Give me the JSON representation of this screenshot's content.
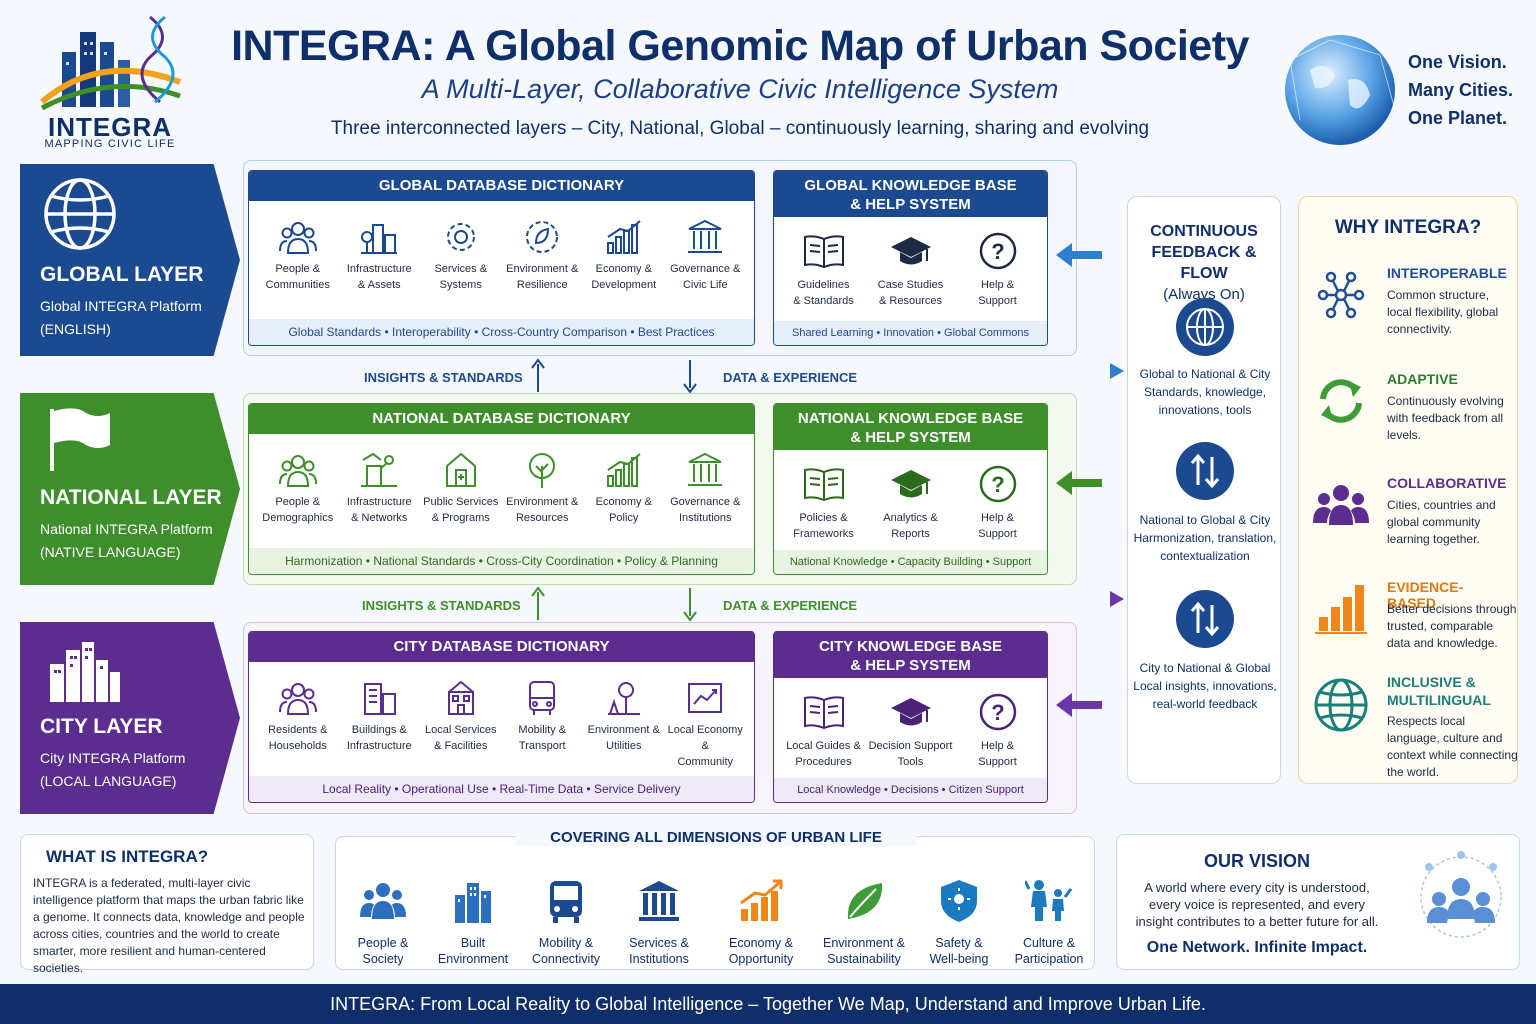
{
  "header": {
    "title": "INTEGRA: A Global Genomic Map of Urban Society",
    "subtitle": "A Multi-Layer, Collaborative Civic Intelligence System",
    "tagline": "Three interconnected layers – City, National, Global – continuously learning, sharing and evolving",
    "logo_text": "INTEGRA",
    "logo_sub": "MAPPING CIVIC LIFE",
    "motto": [
      "One Vision.",
      "Many Cities.",
      "One Planet."
    ]
  },
  "layers": {
    "global": {
      "name": "GLOBAL LAYER",
      "platform": "Global INTEGRA Platform",
      "language": "(ENGLISH)",
      "dict_title": "GLOBAL DATABASE DICTIONARY",
      "dict_items": [
        [
          "People &",
          "Communities"
        ],
        [
          "Infrastructure",
          "& Assets"
        ],
        [
          "Services &",
          "Systems"
        ],
        [
          "Environment &",
          "Resilience"
        ],
        [
          "Economy &",
          "Development"
        ],
        [
          "Governance &",
          "Civic Life"
        ]
      ],
      "dict_footer": "Global Standards • Interoperability • Cross-Country Comparison • Best Practices",
      "kb_title": [
        "GLOBAL KNOWLEDGE BASE",
        "& HELP SYSTEM"
      ],
      "kb_items": [
        [
          "Guidelines",
          "& Standards"
        ],
        [
          "Case Studies",
          "& Resources"
        ],
        [
          "Help &",
          "Support"
        ]
      ],
      "kb_footer": "Shared Learning • Innovation • Global Commons"
    },
    "national": {
      "name": "NATIONAL LAYER",
      "platform": "National INTEGRA Platform",
      "language": "(NATIVE LANGUAGE)",
      "dict_title": "NATIONAL DATABASE DICTIONARY",
      "dict_items": [
        [
          "People &",
          "Demographics"
        ],
        [
          "Infrastructure",
          "& Networks"
        ],
        [
          "Public Services",
          "& Programs"
        ],
        [
          "Environment &",
          "Resources"
        ],
        [
          "Economy &",
          "Policy"
        ],
        [
          "Governance &",
          "Institutions"
        ]
      ],
      "dict_footer": "Harmonization • National Standards • Cross-City Coordination • Policy & Planning",
      "kb_title": [
        "NATIONAL KNOWLEDGE BASE",
        "& HELP SYSTEM"
      ],
      "kb_items": [
        [
          "Policies &",
          "Frameworks"
        ],
        [
          "Analytics &",
          "Reports"
        ],
        [
          "Help &",
          "Support"
        ]
      ],
      "kb_footer": "National Knowledge • Capacity Building • Support"
    },
    "city": {
      "name": "CITY LAYER",
      "platform": "City INTEGRA Platform",
      "language": "(LOCAL LANGUAGE)",
      "dict_title": "CITY DATABASE DICTIONARY",
      "dict_items": [
        [
          "Residents &",
          "Households"
        ],
        [
          "Buildings &",
          "Infrastructure"
        ],
        [
          "Local Services",
          "& Facilities"
        ],
        [
          "Mobility &",
          "Transport"
        ],
        [
          "Environment &",
          "Utilities"
        ],
        [
          "Local Economy &",
          "Community"
        ]
      ],
      "dict_footer": "Local Reality • Operational Use • Real-Time Data • Service Delivery",
      "kb_title": [
        "CITY KNOWLEDGE BASE",
        "& HELP SYSTEM"
      ],
      "kb_items": [
        [
          "Local Guides &",
          "Procedures"
        ],
        [
          "Decision Support",
          "Tools"
        ],
        [
          "Help &",
          "Support"
        ]
      ],
      "kb_footer": "Local Knowledge • Decisions • Citizen Support"
    }
  },
  "flows": {
    "up_label": "INSIGHTS & STANDARDS",
    "down_label": "DATA & EXPERIENCE"
  },
  "feedback": {
    "title": [
      "CONTINUOUS",
      "FEEDBACK & FLOW"
    ],
    "subtitle": "(Always On)",
    "items": [
      [
        "Global to National & City",
        "Standards, knowledge,",
        "innovations, tools"
      ],
      [
        "National to Global & City",
        "Harmonization, translation,",
        "contextualization"
      ],
      [
        "City to National & Global",
        "Local insights, innovations,",
        "real-world feedback"
      ]
    ]
  },
  "why": {
    "title": "WHY INTEGRA?",
    "items": [
      {
        "title": "INTEROPERABLE",
        "desc": "Common structure, local flexibility, global connectivity.",
        "color": "#1f4e9c",
        "icon": "network-icon"
      },
      {
        "title": "ADAPTIVE",
        "desc": "Continuously evolving with feedback from all levels.",
        "color": "#2e7d32",
        "icon": "refresh-icon"
      },
      {
        "title": "COLLABORATIVE",
        "desc": "Cities, countries and global community learning together.",
        "color": "#5b2d8e",
        "icon": "people-icon"
      },
      {
        "title": "EVIDENCE-BASED",
        "desc": "Better decisions through trusted, comparable data and knowledge.",
        "color": "#e07a10",
        "icon": "bar-chart-icon"
      },
      {
        "title": "INCLUSIVE & MULTILINGUAL",
        "desc": "Respects local language, culture and context while connecting the world.",
        "color": "#1a7f7a",
        "icon": "globe-icon"
      }
    ]
  },
  "what": {
    "title": "WHAT IS INTEGRA?",
    "body": "INTEGRA is a federated, multi-layer civic intelligence platform that maps the urban fabric like a genome. It connects data, knowledge and people across cities, countries and the world to create smarter, more resilient and human-centered societies."
  },
  "dimensions": {
    "title": "COVERING ALL DIMENSIONS OF URBAN LIFE",
    "items": [
      [
        "People &",
        "Society"
      ],
      [
        "Built",
        "Environment"
      ],
      [
        "Mobility &",
        "Connectivity"
      ],
      [
        "Services &",
        "Institutions"
      ],
      [
        "Economy &",
        "Opportunity"
      ],
      [
        "Environment &",
        "Sustainability"
      ],
      [
        "Safety &",
        "Well-being"
      ],
      [
        "Culture &",
        "Participation"
      ]
    ]
  },
  "vision": {
    "title": "OUR VISION",
    "body": "A world where every city is understood, every voice is represented, and every insight contributes to a better future for all.",
    "slogan": "One Network. Infinite Impact."
  },
  "footer": "INTEGRA:  From Local Reality to Global Intelligence – Together We Map, Understand and Improve Urban Life.",
  "colors": {
    "global": "#1b4a91",
    "national": "#3e8e2c",
    "city": "#5b2d8e",
    "navy": "#0f2f6b"
  }
}
